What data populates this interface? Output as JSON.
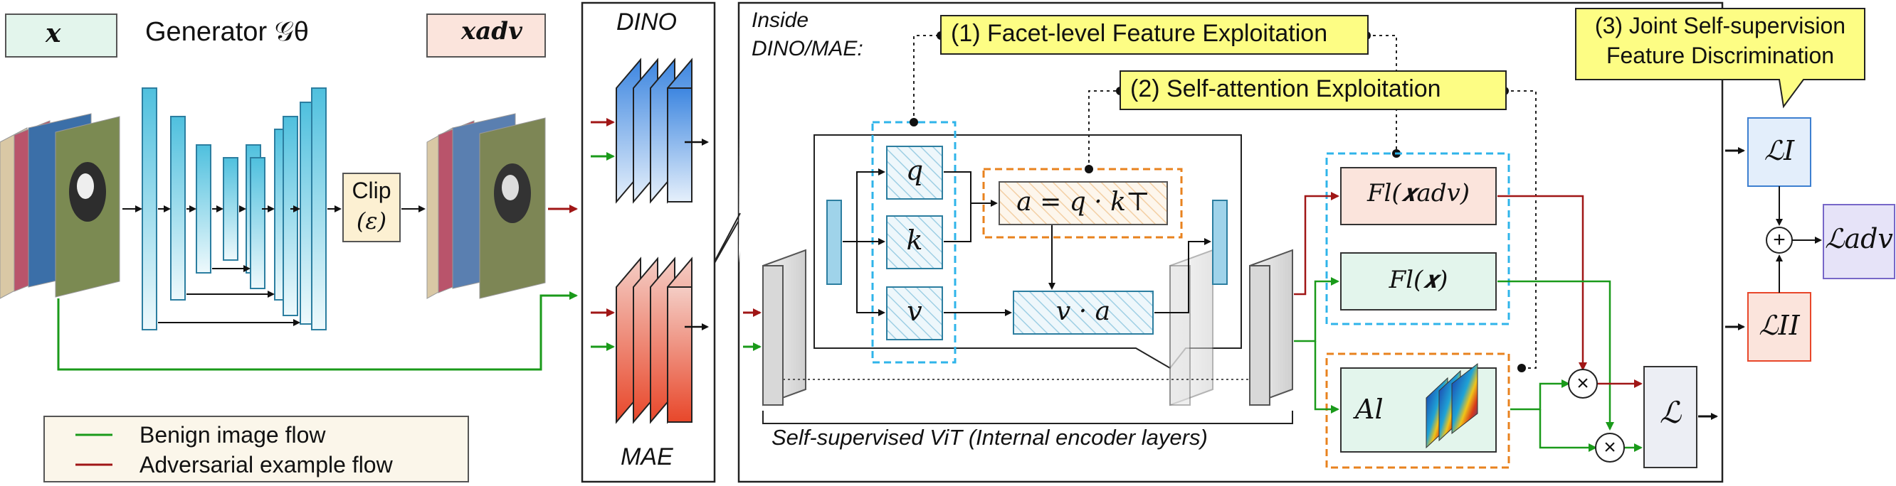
{
  "generator": {
    "input_label": "𝒙",
    "title": "Generator 𝒢θ",
    "output_label": "𝒙adv",
    "clip_label": "Clip",
    "clip_eps": "(ε)"
  },
  "models": {
    "dino": "DINO",
    "mae": "MAE"
  },
  "inside": {
    "heading_line1": "Inside",
    "heading_line2": "DINO/MAE:",
    "q": "q",
    "k": "k",
    "v": "v",
    "attention": "a = q · k⊤",
    "va": "v · a",
    "vit_caption": "Self-supervised ViT (Internal encoder layers)"
  },
  "callouts": {
    "facet": "(1) Facet-level Feature Exploitation",
    "attn": "(2) Self-attention Exploitation",
    "joint_line1": "(3) Joint Self-supervision",
    "joint_line2": "Feature Discrimination"
  },
  "features": {
    "f_adv": "Fl(𝒙adv)",
    "f_benign": "Fl(𝒙)",
    "a_l": "Al"
  },
  "losses": {
    "L": "ℒ",
    "L1": "ℒI",
    "L2": "ℒII",
    "Ladv": "ℒadv",
    "plus": "+",
    "times": "×"
  },
  "legend": [
    {
      "label": "Benign image flow",
      "color": "#1a9a1a"
    },
    {
      "label": "Adversarial example flow",
      "color": "#a01616"
    }
  ],
  "colors": {
    "benign": "#1a9a1a",
    "adversarial": "#a01616",
    "highlight": "#fdfd84",
    "dashed_blue": "#2fb4ea",
    "dashed_orange": "#e8821e"
  }
}
